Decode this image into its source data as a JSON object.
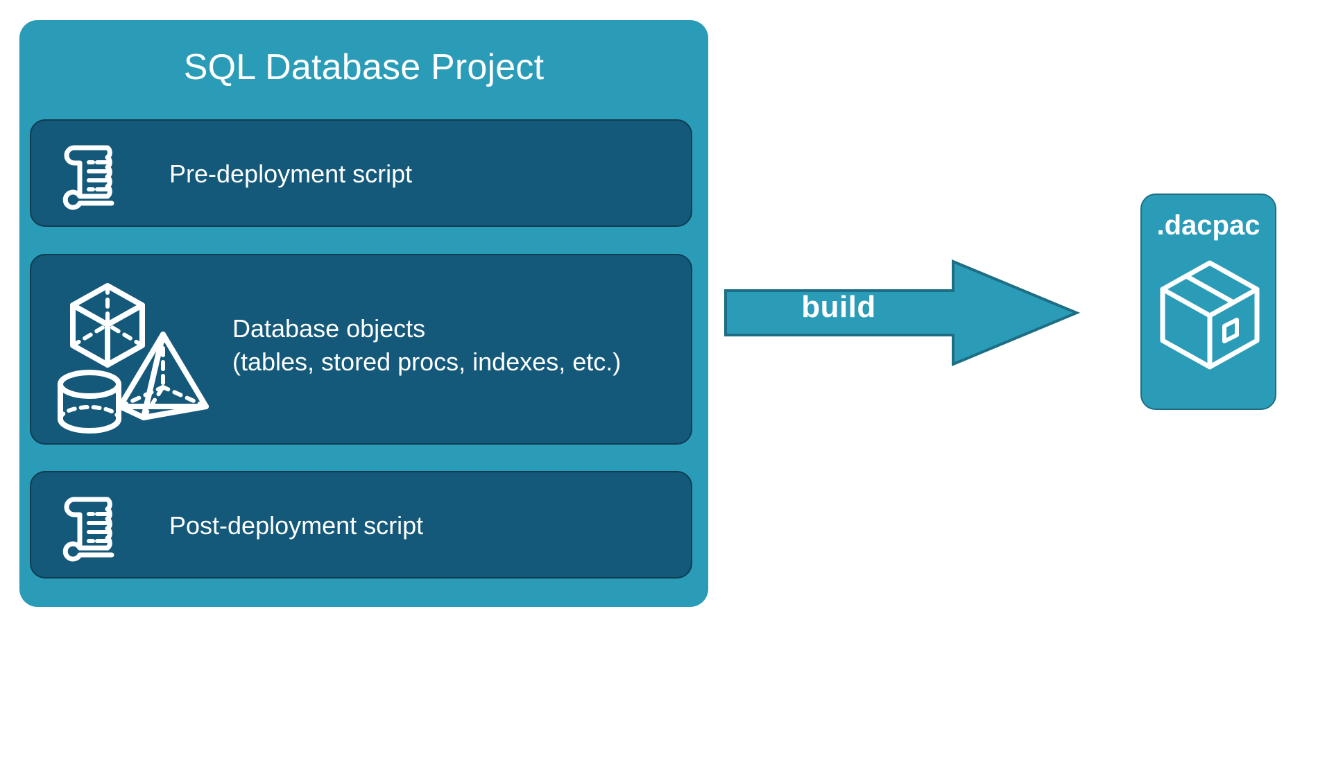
{
  "diagram": {
    "type": "flow",
    "title": "SQL Database Project build flow"
  },
  "colors": {
    "panel_bg": "#2B9CB8",
    "card_bg": "#14597A",
    "card_border": "#103C52",
    "arrow_fill": "#2B9CB8",
    "arrow_border": "#1D6E85",
    "text": "#FFFFFF",
    "page_bg": "#FFFFFF"
  },
  "project": {
    "title": "SQL Database Project",
    "cards": [
      {
        "id": "pre-deployment",
        "label": "Pre-deployment script",
        "icon": "scroll-icon"
      },
      {
        "id": "database-objects",
        "label": "Database objects\n(tables, stored procs, indexes, etc.)",
        "line1": "Database objects",
        "line2": "(tables, stored procs, indexes, etc.)",
        "icon": "shapes-icon"
      },
      {
        "id": "post-deployment",
        "label": "Post-deployment script",
        "icon": "scroll-icon"
      }
    ]
  },
  "arrow": {
    "label": "build",
    "direction": "right",
    "icon": "arrow-right-icon"
  },
  "output": {
    "title": ".dacpac",
    "icon": "package-box-icon"
  }
}
